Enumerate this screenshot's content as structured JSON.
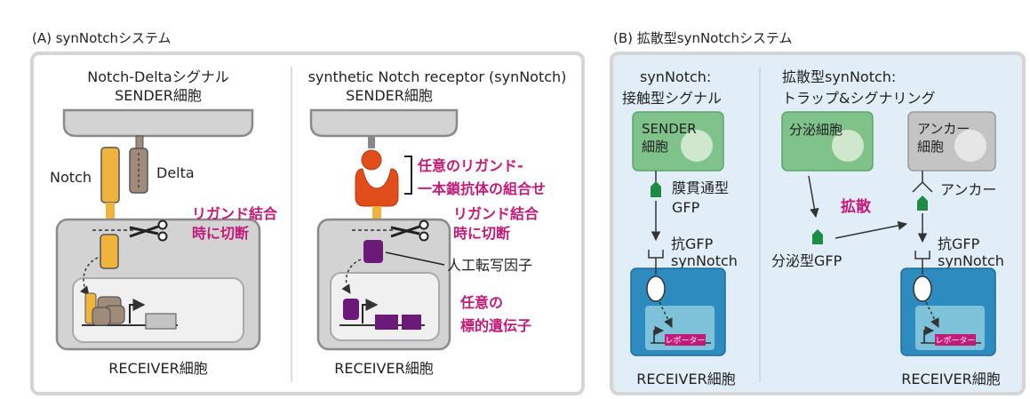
{
  "panelA": {
    "title": "(A) synNotchシステム",
    "left": {
      "heading1": "Notch-Deltaシグナル",
      "heading2": "SENDER細胞",
      "notch": "Notch",
      "delta": "Delta",
      "cleave1": "リガンド結合",
      "cleave2": "時に切断",
      "receiver": "RECEIVER細胞"
    },
    "right": {
      "heading1": "synthetic Notch receptor (synNotch)",
      "heading2": "SENDER細胞",
      "ligand1": "任意のリガンド-",
      "ligand2": "一本鎖抗体の組合せ",
      "cleave1": "リガンド結合",
      "cleave2": "時に切断",
      "tf": "人工転写因子",
      "target1": "任意の",
      "target2": "標的遺伝子",
      "receiver": "RECEIVER細胞"
    }
  },
  "panelB": {
    "title": "(B) 拡散型synNotchシステム",
    "left": {
      "heading1": "synNotch:",
      "heading2": "接触型シグナル",
      "sender1": "SENDER",
      "sender2": "細胞",
      "gfp1": "膜貫通型",
      "gfp2": "GFP",
      "anti1": "抗GFP",
      "anti2": "synNotch",
      "reporter": "レポーター",
      "receiver": "RECEIVER細胞"
    },
    "right": {
      "heading1": "拡散型synNotch:",
      "heading2": "トラップ&シグナリング",
      "secretory": "分泌細胞",
      "anchor_cell1": "アンカー",
      "anchor_cell2": "細胞",
      "diffusion": "拡散",
      "anchor": "アンカー",
      "secreted_gfp": "分泌型GFP",
      "anti1": "抗GFP",
      "anti2": "synNotch",
      "reporter": "レポーター",
      "receiver": "RECEIVER細胞"
    }
  },
  "colors": {
    "magenta": "#c21a78",
    "notch_yellow": "#f0b43c",
    "delta_brown": "#a08a7a",
    "purple": "#6b1a7a",
    "ligand_orange": "#e24e1b",
    "sender_green": "#7fc28a",
    "receiver_blue": "#2e8bbf",
    "panel_b_bg": "#e1eef7"
  }
}
